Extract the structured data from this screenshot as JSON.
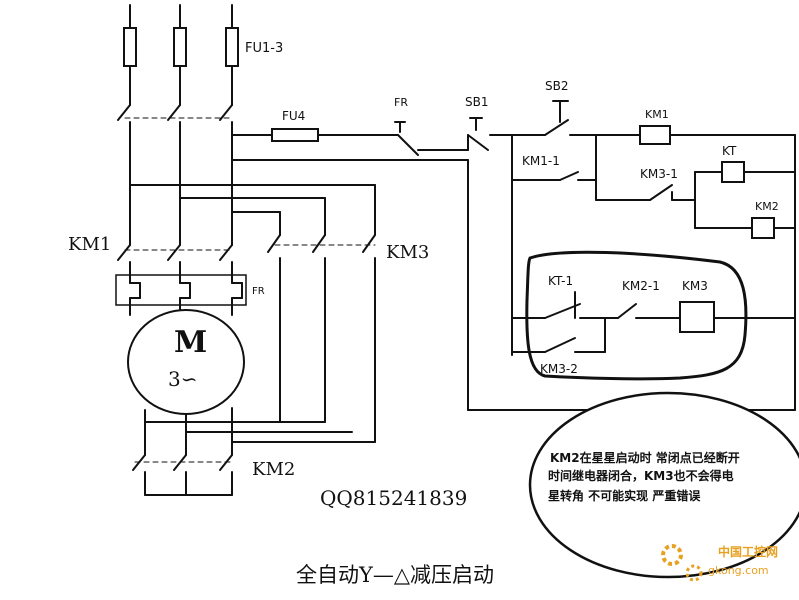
{
  "title": "全自动Y—△减压启动",
  "watermark_qq": "QQ815241839",
  "motor": {
    "letter": "M",
    "phase": "3∽"
  },
  "labels": {
    "fu1": "FU1-3",
    "fu4": "FU4",
    "fr_ctrl": "FR",
    "sb1": "SB1",
    "sb2": "SB2",
    "km1_coil": "KM1",
    "km1_1": "KM1-1",
    "km3_1": "KM3-1",
    "kt_coil": "KT",
    "km2_coil": "KM2",
    "kt_1": "KT-1",
    "km2_1": "KM2-1",
    "km3_coil": "KM3",
    "km3_2": "KM3-2",
    "km1_main": "KM1",
    "km3_main": "KM3",
    "km2_main": "KM2",
    "fr_main": "FR"
  },
  "annotation": {
    "lines": [
      "KM2在星星启动时 常闭点已经断开",
      "时间继电器闭合，KM3也不会得电",
      "星转角 不可能实现  严重错误"
    ]
  },
  "logo": {
    "text_cn": "中国工控网",
    "text_en": "gkong.com"
  },
  "colors": {
    "line": "#111111",
    "logo": "#e8a020"
  }
}
